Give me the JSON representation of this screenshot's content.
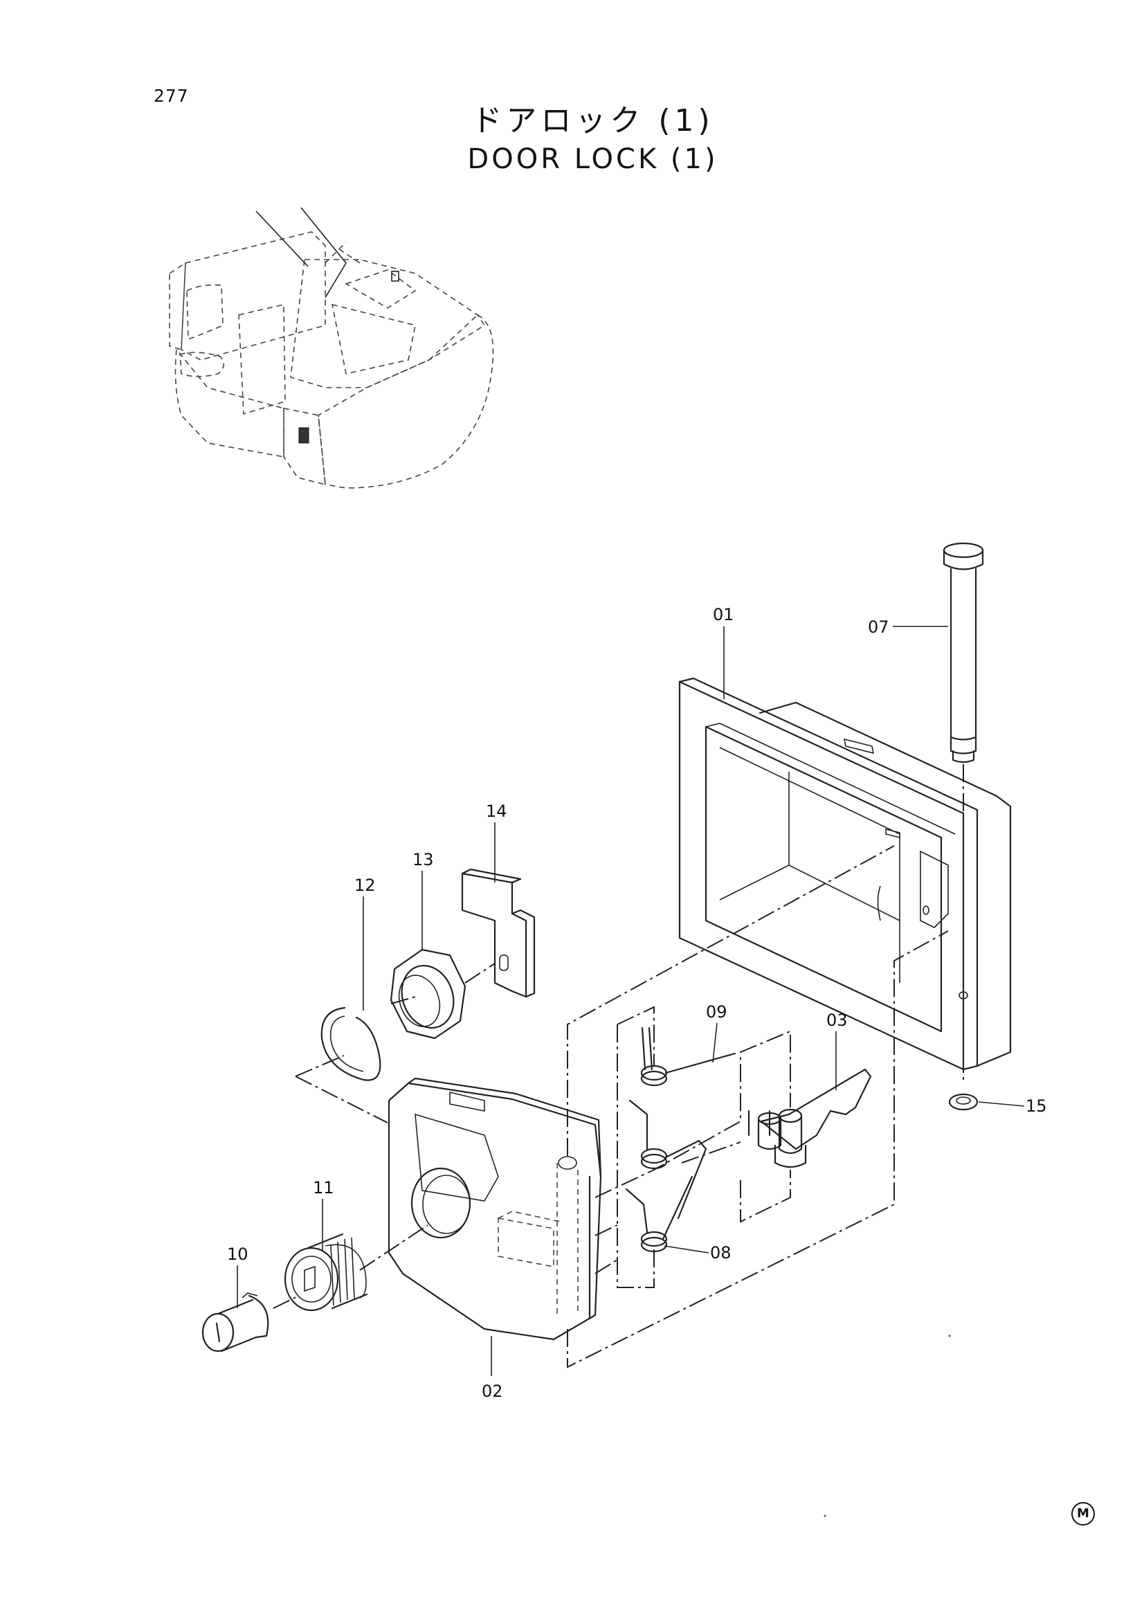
{
  "page_number": "277",
  "title_jp": "ドアロック (1)",
  "title_en": "DOOR LOCK (1)",
  "callouts": {
    "p01": "01",
    "p02": "02",
    "p03": "03",
    "p07": "07",
    "p08": "08",
    "p09": "09",
    "p10": "10",
    "p11": "11",
    "p12": "12",
    "p13": "13",
    "p14": "14",
    "p15": "15"
  },
  "corner_mark": "M"
}
